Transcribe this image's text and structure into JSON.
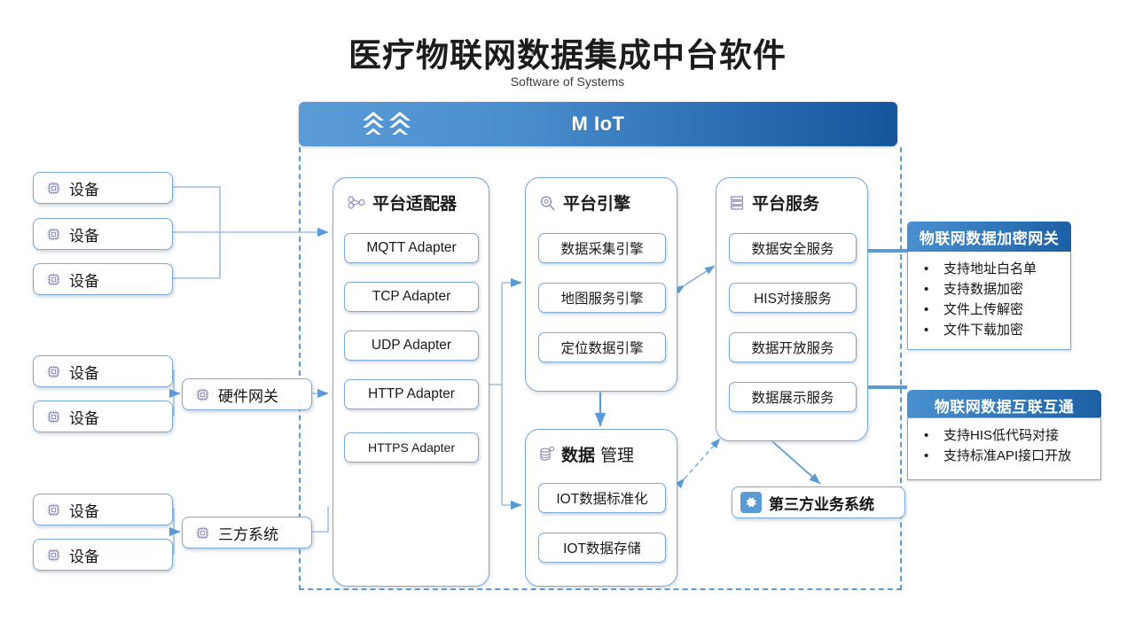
{
  "page": {
    "title": "医疗物联网数据集成中台软件",
    "subtitle": "Software of Systems"
  },
  "header": {
    "brand": "M IoT",
    "logo_icon": "double-chevron-logo"
  },
  "colors": {
    "accent_blue": "#5b9bd5",
    "deep_blue": "#1c5fa4",
    "border_blue": "#7da9d6",
    "text_dark": "#1a1a1a"
  },
  "left_sources": {
    "group_direct": {
      "devices": [
        {
          "label": "设备",
          "icon": "chip-icon"
        },
        {
          "label": "设备",
          "icon": "chip-icon"
        },
        {
          "label": "设备",
          "icon": "chip-icon"
        }
      ]
    },
    "group_gateway": {
      "devices": [
        {
          "label": "设备",
          "icon": "chip-icon"
        },
        {
          "label": "设备",
          "icon": "chip-icon"
        }
      ],
      "aggregator": {
        "label": "硬件网关",
        "icon": "chip-icon"
      }
    },
    "group_thirdparty": {
      "devices": [
        {
          "label": "设备",
          "icon": "chip-icon"
        },
        {
          "label": "设备",
          "icon": "chip-icon"
        }
      ],
      "aggregator": {
        "label": "三方系统",
        "icon": "chip-icon"
      }
    }
  },
  "platform": {
    "adapter": {
      "title": "平台适配器",
      "icon": "network-nodes-icon",
      "items": [
        "MQTT Adapter",
        "TCP Adapter",
        "UDP Adapter",
        "HTTP Adapter",
        "HTTPS Adapter"
      ]
    },
    "engine": {
      "title": "平台引擎",
      "icon": "gear-search-icon",
      "items": [
        "数据采集引擎",
        "地图服务引擎",
        "定位数据引擎"
      ]
    },
    "data_mgmt": {
      "title_bold": "数据",
      "title_light": "管理",
      "icon": "database-icon",
      "items": [
        "IOT数据标准化",
        "IOT数据存储"
      ]
    },
    "services": {
      "title": "平台服务",
      "icon": "server-stack-icon",
      "items": [
        "数据安全服务",
        "HIS对接服务",
        "数据开放服务",
        "数据展示服务"
      ]
    }
  },
  "third_party": {
    "label": "第三方业务系统",
    "icon": "gear-icon"
  },
  "callouts": [
    {
      "title": "物联网数据加密网关",
      "bullet": "•",
      "items": [
        "支持地址白名单",
        "支持数据加密",
        "文件上传解密",
        "文件下载加密"
      ]
    },
    {
      "title": "物联网数据互联互通",
      "bullet": "•",
      "items": [
        "支持HIS低代码对接",
        "支持标准API接口开放"
      ]
    }
  ]
}
